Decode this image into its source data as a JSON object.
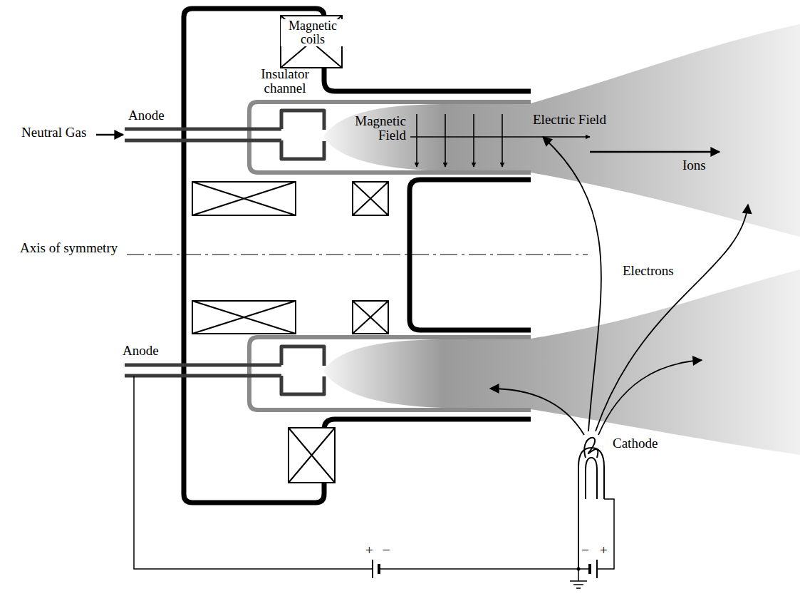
{
  "diagram": {
    "labels": [
      "Neutral Gas",
      "Anode",
      "Magnetic coils",
      "Insulator channel",
      "Magnetic Field",
      "Electric Field",
      "Ions",
      "Axis of symmetry",
      "Electrons",
      "Anode",
      "Cathode",
      "+",
      "−",
      "−",
      "+"
    ]
  }
}
